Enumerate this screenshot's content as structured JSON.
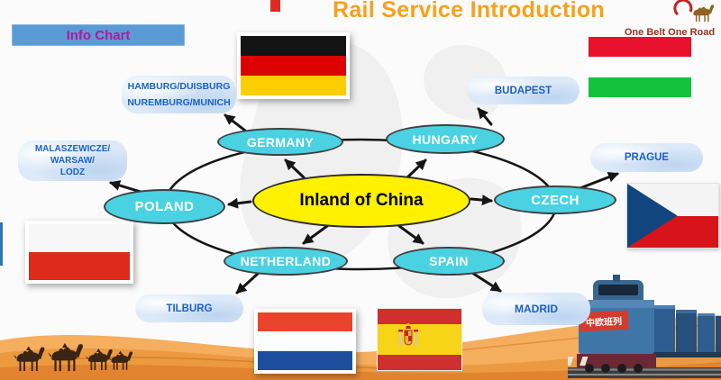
{
  "header": {
    "title": "Rail Service Introduction",
    "info_chart_label": "Info Chart",
    "logo_text": "One Belt One Road"
  },
  "diagram": {
    "center_label": "Inland of China",
    "countries": [
      {
        "label": "GERMANY"
      },
      {
        "label": "HUNGARY"
      },
      {
        "label": "POLAND"
      },
      {
        "label": "CZECH"
      },
      {
        "label": "NETHERLAND"
      },
      {
        "label": "SPAIN"
      }
    ],
    "cities": {
      "germany": {
        "line1": "HAMBURG/DUISBURG",
        "line2": "NUREMBURG/MUNICH"
      },
      "poland": {
        "line1": "MALASZEWICZE/",
        "line2": "WARSAW/",
        "line3": "LODZ"
      },
      "hungary": {
        "label": "BUDAPEST"
      },
      "czech": {
        "label": "PRAGUE"
      },
      "netherland": {
        "label": "TILBURG"
      },
      "spain": {
        "label": "MADRID"
      }
    }
  },
  "train": {
    "banner_text": "中欧班列"
  },
  "colors": {
    "title_orange": "#F9A01B",
    "info_chart_bg": "#5B9BD5",
    "info_chart_text": "#B5179E",
    "country_node_fill": "#4AD2E2",
    "center_node_fill": "#FFF100",
    "city_pill_bg": "#DCE9F8",
    "city_pill_text": "#1A61C7",
    "logo_text_color": "#97321F",
    "sand_orange": "#EC9A40",
    "arrow_black": "#151515"
  }
}
